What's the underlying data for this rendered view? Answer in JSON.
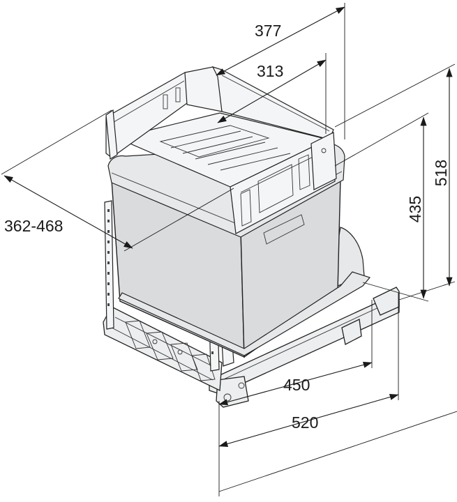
{
  "dimensions": {
    "width_top_outer": "377",
    "width_top_inner": "313",
    "depth_range": "362-468",
    "height_bin": "435",
    "height_total": "518",
    "cabinet_depth_inner": "450",
    "cabinet_depth_outer": "520"
  },
  "colors": {
    "line": "#1a1a1a",
    "bin_fill": "#d9dbdd",
    "frame_fill": "#eceeef"
  }
}
